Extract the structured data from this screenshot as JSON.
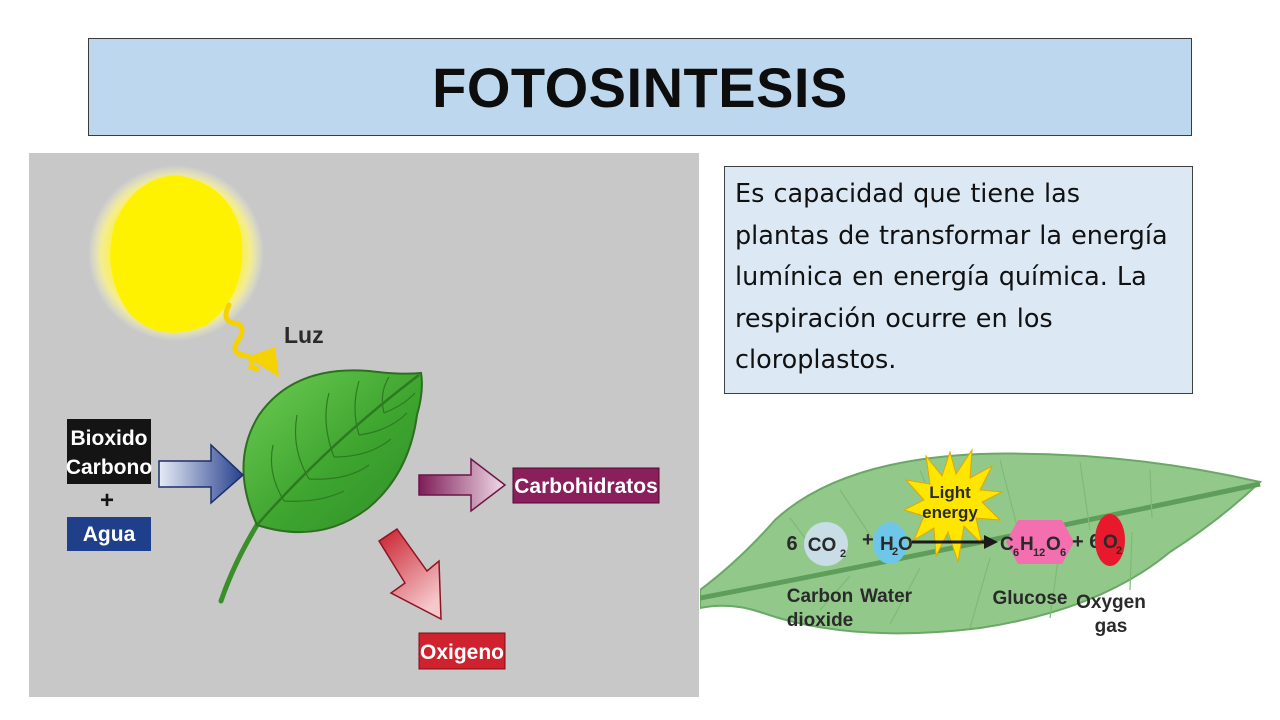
{
  "slide": {
    "title": "FOTOSINTESIS",
    "definition": "Es capacidad que tiene las plantas de transformar la energía lumínica en energía química. La respiración ocurre en los cloroplastos."
  },
  "left_diagram": {
    "light_label": "Luz",
    "input_1_line_1": "Bioxido",
    "input_1_line_2": "Carbono",
    "plus": "+",
    "input_2": "Agua",
    "output_1": "Carbohidratos",
    "output_2": "Oxigeno",
    "colors": {
      "background": "#c8c8c8",
      "sun": "#fff200",
      "leaf": "#4fb43a",
      "carbohidratos": "#8a1f5c",
      "oxigeno": "#d0212e",
      "agua": "#1f3f8a",
      "bioxido": "#1a1a1a"
    }
  },
  "right_diagram": {
    "co2_coef": "6",
    "co2_main": "CO",
    "co2_sub": "2",
    "plus_1": "+ 6",
    "h2o_h": "H",
    "h2o_sub": "2",
    "h2o_o": "O",
    "light_line_1": "Light",
    "light_line_2": "energy",
    "glucose_c": "C",
    "glucose_c_sub": "6",
    "glucose_h": "H",
    "glucose_h_sub": "12",
    "glucose_o": "O",
    "glucose_o_sub": "6",
    "plus_2": "+ 6",
    "o2_main": "O",
    "o2_sub": "2",
    "carbon_dioxide_line_1": "Carbon",
    "carbon_dioxide_line_2": "dioxide",
    "water": "Water",
    "glucose": "Glucose",
    "oxygen_line_1": "Oxygen",
    "oxygen_line_2": "gas",
    "colors": {
      "leaf": "#92c98a",
      "co2": "#c9dde6",
      "h2o": "#6ec7e8",
      "glucose": "#f36fb0",
      "o2": "#e8192c",
      "light_burst": "#ffe600"
    }
  }
}
